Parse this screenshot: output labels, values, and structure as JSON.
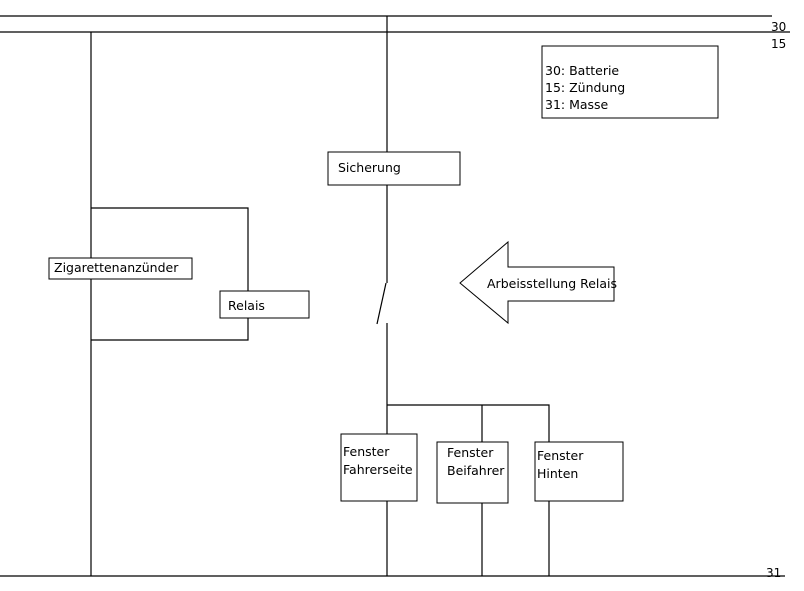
{
  "rails": {
    "r30": "30",
    "r15": "15",
    "r31": "31"
  },
  "legend": {
    "line1": "30: Batterie",
    "line2": "15: Zündung",
    "line3": "31: Masse"
  },
  "components": {
    "fuse": "Sicherung",
    "lighter": "Zigarettenanzünder",
    "relay": "Relais",
    "arrow": "Arbeisstellung Relais",
    "window_driver_1": "Fenster",
    "window_driver_2": "Fahrerseite",
    "window_passenger_1": "Fenster",
    "window_passenger_2": "Beifahrer",
    "window_rear_1": "Fenster",
    "window_rear_2": "Hinten"
  }
}
